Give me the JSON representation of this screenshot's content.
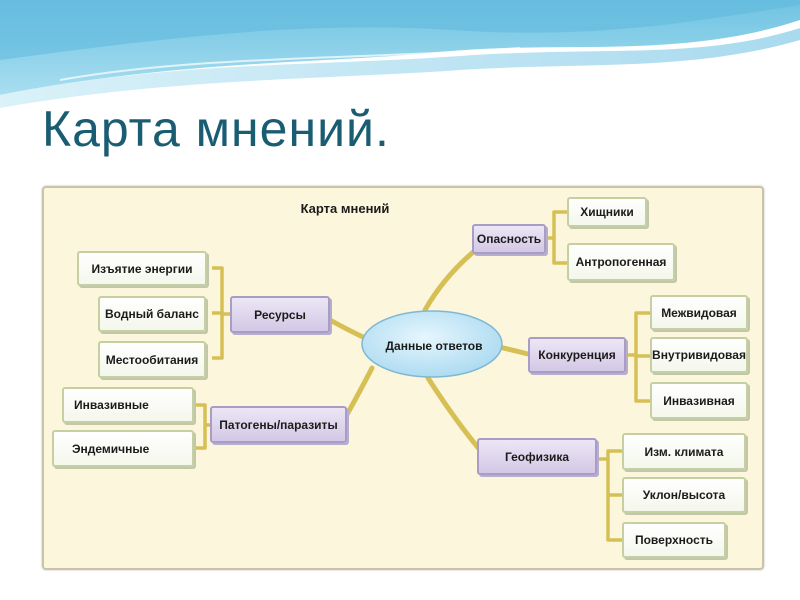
{
  "slide": {
    "title": "Карта мнений."
  },
  "map": {
    "title": "Карта мнений",
    "center": "Данные ответов",
    "categories": {
      "danger": {
        "label": "Опасность",
        "items": [
          "Хищники",
          "Антропогенная"
        ]
      },
      "competition": {
        "label": "Конкуренция",
        "items": [
          "Межвидовая",
          "Внутривидовая",
          "Инвазивная"
        ]
      },
      "geophysics": {
        "label": "Геофизика",
        "items": [
          "Изм. климата",
          "Уклон/высота",
          "Поверхность"
        ]
      },
      "resources": {
        "label": "Ресурсы",
        "items": [
          "Изъятие энергии",
          "Водный баланс",
          "Местообитания"
        ]
      },
      "pathogens": {
        "label": "Патогены/паразиты",
        "items": [
          "Инвазивные",
          "Эндемичные"
        ]
      }
    }
  },
  "colors": {
    "connector": "#d6c055",
    "ellipse": "#bfe3f5",
    "category_fill": "#dcd3ea",
    "leaf_border": "#c4d0a2",
    "title": "#1a5d73"
  }
}
